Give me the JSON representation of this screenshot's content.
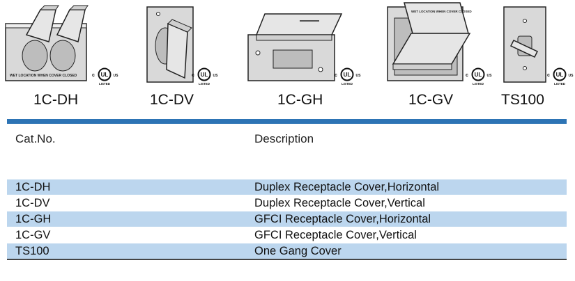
{
  "products": [
    {
      "id": "1C-DH",
      "label": "1C-DH",
      "panel_text": "WET LOCATION WHEN COVER CLOSED"
    },
    {
      "id": "1C-DV",
      "label": "1C-DV"
    },
    {
      "id": "1C-GH",
      "label": "1C-GH"
    },
    {
      "id": "1C-GV",
      "label": "1C-GV",
      "panel_text": "WET LOCATION WHEN COVER CLOSED"
    },
    {
      "id": "TS100",
      "label": "TS100"
    }
  ],
  "ul_mark": {
    "left": "c",
    "center": "UL",
    "right": "US",
    "bottom": "LISTED"
  },
  "table": {
    "headers": {
      "cat_no": "Cat.No.",
      "description": "Description"
    },
    "rows": [
      {
        "cat_no": "1C-DH",
        "description": "Duplex Receptacle Cover,Horizontal"
      },
      {
        "cat_no": "1C-DV",
        "description": "Duplex Receptacle Cover,Vertical"
      },
      {
        "cat_no": "1C-GH",
        "description": "GFCI Receptacle Cover,Horizontal"
      },
      {
        "cat_no": "1C-GV",
        "description": "GFCI Receptacle Cover,Vertical"
      },
      {
        "cat_no": "TS100",
        "description": "One Gang Cover"
      }
    ]
  },
  "colors": {
    "accent_bar": "#2d74b5",
    "row_shade": "#bcd6ee",
    "rule": "#444444"
  }
}
